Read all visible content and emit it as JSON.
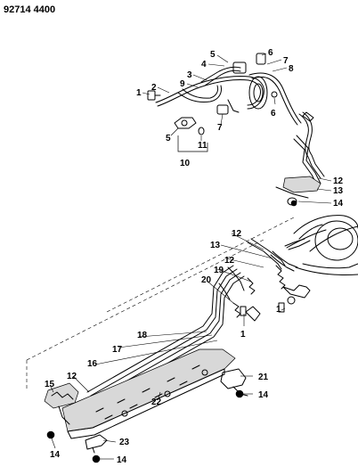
{
  "title": "92714 4400",
  "callouts": [
    {
      "id": "c1a",
      "text": "1"
    },
    {
      "id": "c2",
      "text": "2"
    },
    {
      "id": "c3",
      "text": "3"
    },
    {
      "id": "c4",
      "text": "4"
    },
    {
      "id": "c5a",
      "text": "5"
    },
    {
      "id": "c5b",
      "text": "5"
    },
    {
      "id": "c6a",
      "text": "6"
    },
    {
      "id": "c6b",
      "text": "6"
    },
    {
      "id": "c7a",
      "text": "7"
    },
    {
      "id": "c7b",
      "text": "7"
    },
    {
      "id": "c8",
      "text": "8"
    },
    {
      "id": "c9",
      "text": "9"
    },
    {
      "id": "c10",
      "text": "10"
    },
    {
      "id": "c11",
      "text": "11"
    },
    {
      "id": "c12a",
      "text": "12"
    },
    {
      "id": "c13a",
      "text": "13"
    },
    {
      "id": "c14a",
      "text": "14"
    },
    {
      "id": "c12b",
      "text": "12"
    },
    {
      "id": "c13b",
      "text": "13"
    },
    {
      "id": "c12c",
      "text": "12"
    },
    {
      "id": "c19",
      "text": "19"
    },
    {
      "id": "c20",
      "text": "20"
    },
    {
      "id": "c1b",
      "text": "1"
    },
    {
      "id": "c1c",
      "text": "1"
    },
    {
      "id": "c18",
      "text": "18"
    },
    {
      "id": "c17",
      "text": "17"
    },
    {
      "id": "c16",
      "text": "16"
    },
    {
      "id": "c12d",
      "text": "12"
    },
    {
      "id": "c15",
      "text": "15"
    },
    {
      "id": "c21",
      "text": "21"
    },
    {
      "id": "c14b",
      "text": "14"
    },
    {
      "id": "c22",
      "text": "22"
    },
    {
      "id": "c23",
      "text": "23"
    },
    {
      "id": "c14c",
      "text": "14"
    },
    {
      "id": "c14d",
      "text": "14"
    }
  ]
}
